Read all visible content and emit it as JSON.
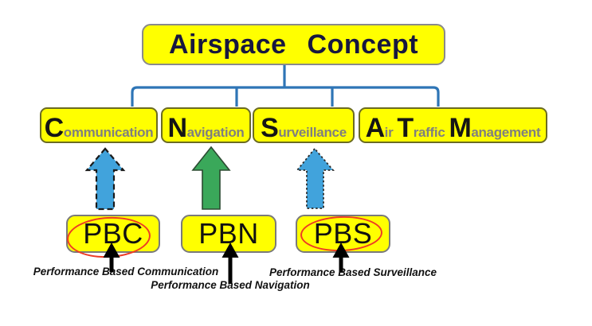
{
  "title": {
    "label": "Airspace Concept"
  },
  "cns": [
    {
      "name": "communication",
      "segments": [
        {
          "big": "C",
          "small": "ommunication"
        }
      ]
    },
    {
      "name": "navigation",
      "segments": [
        {
          "big": "N",
          "small": "avigation"
        }
      ]
    },
    {
      "name": "surveillance",
      "segments": [
        {
          "big": "S",
          "small": "urveillance"
        }
      ]
    },
    {
      "name": "air-traffic-management",
      "segments": [
        {
          "big": "A",
          "small": "ir"
        },
        {
          "big": "T",
          "small": "raffic"
        },
        {
          "big": "M",
          "small": "anagement"
        }
      ]
    }
  ],
  "pb_boxes": [
    {
      "label": "PBC",
      "highlighted": true
    },
    {
      "label": "PBN",
      "highlighted": false
    },
    {
      "label": "PBS",
      "highlighted": true
    }
  ],
  "captions": [
    {
      "label": "Performance Based Communication"
    },
    {
      "label": "Performance Based Navigation"
    },
    {
      "label": "Performance Based Surveillance"
    }
  ],
  "arrows": [
    {
      "name": "pbc-to-communication",
      "style": "dashed-outline",
      "fill": "#41a3dc"
    },
    {
      "name": "pbn-to-navigation",
      "style": "solid-outline",
      "fill": "#3aa85a"
    },
    {
      "name": "pbs-to-surveillance",
      "style": "dotted-outline",
      "fill": "#41a3dc"
    }
  ],
  "colors": {
    "box_fill": "#ffff00",
    "connector_blue": "#2e75b6",
    "arrow_blue": "#41a3dc",
    "arrow_green": "#3aa85a",
    "highlight_red": "#ee3b24",
    "title_text": "#17173f",
    "big_letter": "#151515",
    "small_letter": "#7f7f7f"
  }
}
